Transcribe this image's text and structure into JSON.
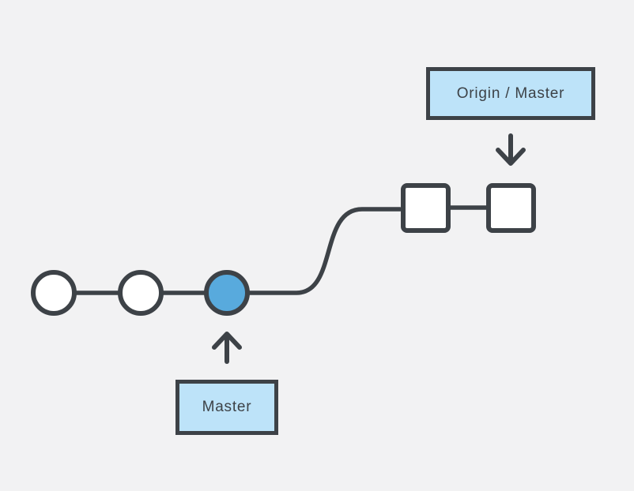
{
  "diagram": {
    "title": "git branch diagram",
    "labels": {
      "origin_master": "Origin / Master",
      "master": "Master"
    },
    "nodes": {
      "local_commit_count": 3,
      "remote_commit_count": 2,
      "highlighted_local_commit_index": 3
    },
    "colors": {
      "background": "#f2f2f3",
      "stroke": "#3d4247",
      "node_fill": "#ffffff",
      "highlight_fill": "#58aadd",
      "label_fill": "#bde3f9",
      "text": "#3d4247"
    }
  }
}
